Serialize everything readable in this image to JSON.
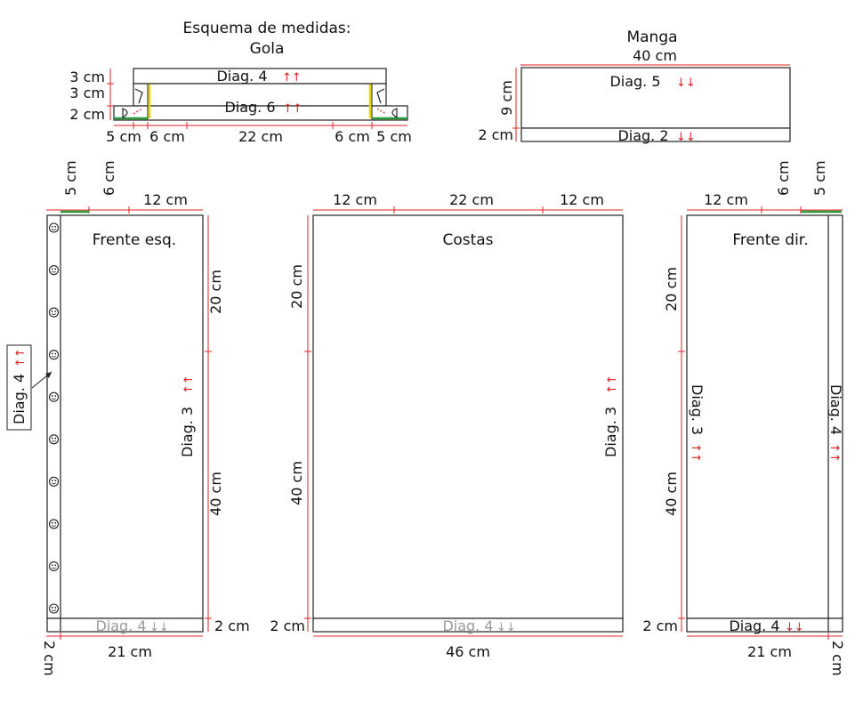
{
  "collar": {
    "title_line1": "Esquema de medidas:",
    "title_line2": "Gola",
    "diag_top": "Diag. 4",
    "diag_mid": "Diag. 6",
    "h_3a": "3 cm",
    "h_3b": "3 cm",
    "h_2": "2 cm",
    "w_5a": "5 cm",
    "w_6a": "6 cm",
    "w_22": "22 cm",
    "w_6b": "6 cm",
    "w_5b": "5 cm"
  },
  "sleeve": {
    "title": "Manga",
    "width": "40 cm",
    "diag_top": "Diag. 5",
    "height_main": "9 cm",
    "height_band": "2 cm",
    "diag_band": "Diag. 2"
  },
  "front_left": {
    "title": "Frente esq.",
    "top_5": "5 cm",
    "top_6": "6 cm",
    "top_12": "12 cm",
    "right_20": "20 cm",
    "right_40": "40 cm",
    "band_2": "2 cm",
    "bottom_width": "21 cm",
    "bottom_2": "2 cm",
    "diag_body": "Diag. 3",
    "diag_band": "Diag. 4",
    "placket_callout": "Diag. 4"
  },
  "back": {
    "title": "Costas",
    "top_12a": "12 cm",
    "top_22": "22 cm",
    "top_12b": "12 cm",
    "left_20": "20 cm",
    "left_40": "40 cm",
    "band_2": "2 cm",
    "bottom_width": "46 cm",
    "diag_body": "Diag. 3",
    "diag_band": "Diag. 4"
  },
  "front_right": {
    "title": "Frente dir.",
    "top_12": "12 cm",
    "top_6": "6 cm",
    "top_5": "5 cm",
    "left_20": "20 cm",
    "left_40": "40 cm",
    "band_2": "2 cm",
    "bottom_width": "21 cm",
    "bottom_2": "2 cm",
    "diag_body": "Diag. 3",
    "diag_placket": "Diag. 4",
    "diag_band": "Diag. 4"
  },
  "symbols": {
    "arrows_up": "↑↑",
    "arrows_down": "↓↓",
    "button_icon": "button-icon"
  },
  "colors": {
    "measure_line": "#e02020",
    "outline": "#222222",
    "green_edge": "#2a9a3a",
    "yellow_edge": "#e8d800",
    "muted_text": "#9a9a9a"
  }
}
